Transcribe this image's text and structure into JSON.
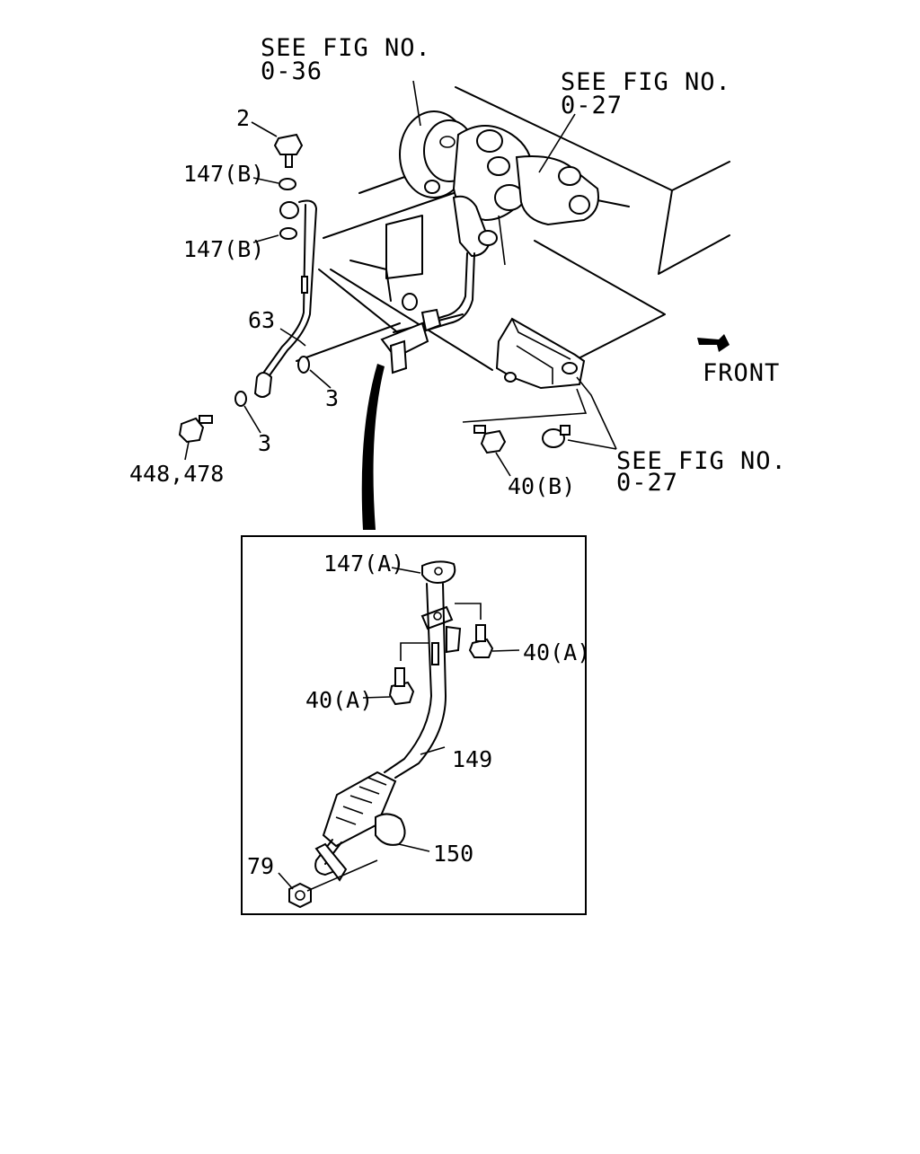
{
  "references": {
    "fig_036": [
      "SEE FIG NO.",
      "0-36"
    ],
    "fig_027_top": [
      "SEE FIG NO.",
      "0-27"
    ],
    "fig_027_bottom": [
      "SEE FIG NO.",
      "0-27"
    ]
  },
  "direction": {
    "front": "FRONT"
  },
  "callouts": {
    "bolt_2": "2",
    "gasket_147b_top": "147(B)",
    "gasket_147b_bottom": "147(B)",
    "pipe_63": "63",
    "washer_3_right": "3",
    "washer_3_left": "3",
    "bolt_448_478": "448,478",
    "bolt_40b": "40(B)",
    "gasket_147a": "147(A)",
    "bolt_40a_right": "40(A)",
    "bolt_40a_left": "40(A)",
    "pipe_149": "149",
    "gasket_150": "150",
    "nut_79": "79"
  }
}
